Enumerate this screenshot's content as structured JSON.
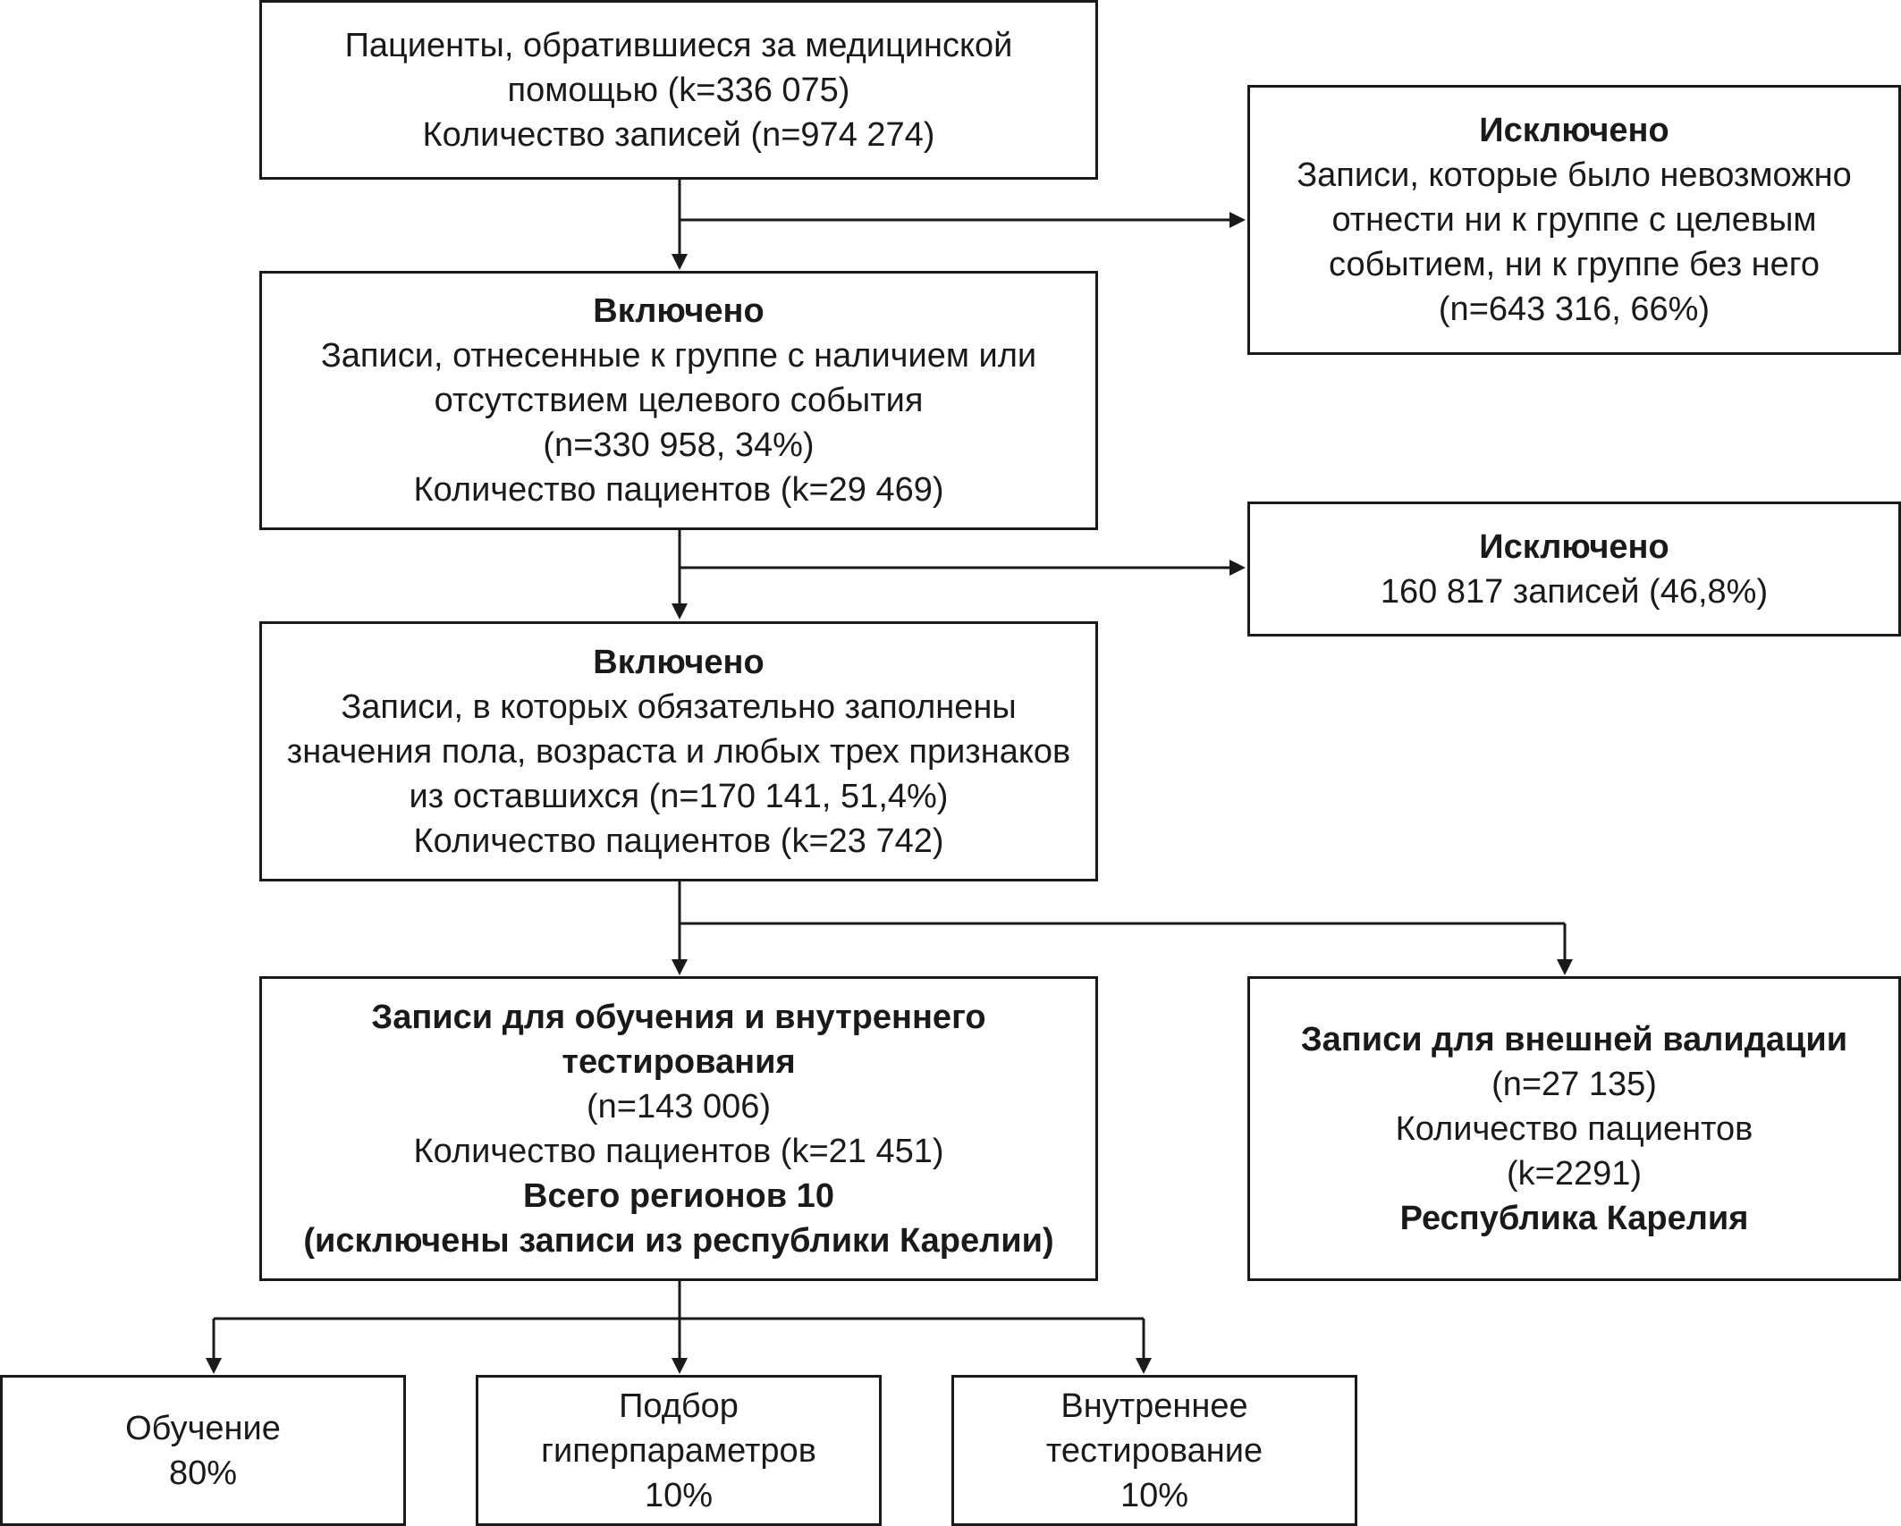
{
  "boxes": {
    "patients": {
      "lines": [
        "Пациенты, обратившиеся за медицинской",
        "помощью (k=336 075)",
        "Количество записей (n=974 274)"
      ]
    },
    "excluded_1": {
      "title": "Исключено",
      "lines": [
        "Записи, которые было невозможно",
        "отнести ни к группе с целевым",
        "событием, ни к группе без него",
        "(n=643 316, 66%)"
      ]
    },
    "included_1": {
      "title": "Включено",
      "lines": [
        "Записи, отнесенные к группе с наличием или",
        "отсутствием целевого события",
        "(n=330 958, 34%)",
        "Количество пациентов (k=29 469)"
      ]
    },
    "excluded_2": {
      "title": "Исключено",
      "lines": [
        "160 817 записей (46,8%)"
      ]
    },
    "included_2": {
      "title": "Включено",
      "lines": [
        "Записи, в которых обязательно заполнены",
        "значения пола, возраста и любых трех признаков",
        "из оставшихся (n=170 141, 51,4%)",
        "Количество пациентов (k=23 742)"
      ]
    },
    "training": {
      "title_lines": [
        "Записи для обучения и внутреннего",
        "тестирования"
      ],
      "lines": [
        "(n=143 006)",
        "Количество пациентов (k=21 451)"
      ],
      "footer_lines": [
        "Всего регионов 10",
        "(исключены записи из республики Карелии)"
      ]
    },
    "external": {
      "title": "Записи для внешней валидации",
      "lines": [
        "(n=27 135)",
        "Количество пациентов",
        "(k=2291)"
      ],
      "footer": "Республика Карелия"
    },
    "split_train": {
      "lines": [
        "Обучение",
        "80%"
      ]
    },
    "split_hyper": {
      "lines": [
        "Подбор",
        "гиперпараметров",
        "10%"
      ]
    },
    "split_test": {
      "lines": [
        "Внутреннее",
        "тестирование",
        "10%"
      ]
    }
  }
}
